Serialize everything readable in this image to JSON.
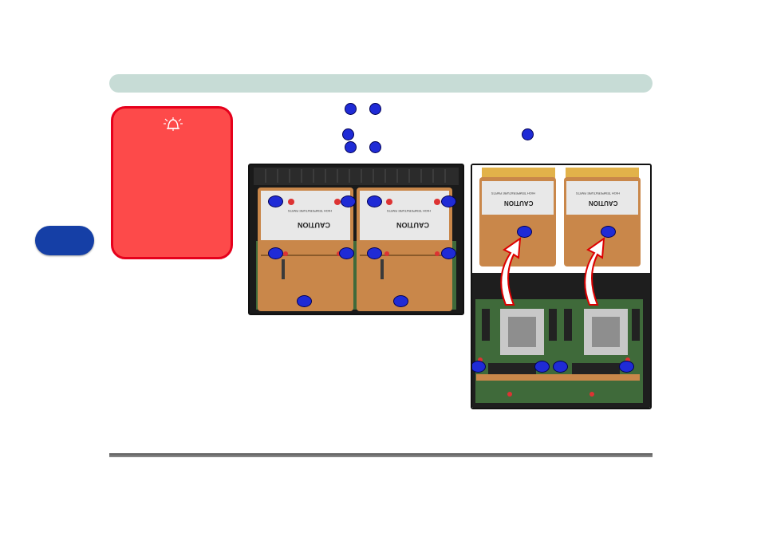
{
  "photo1": {
    "caution_label": "CAUTION",
    "hot_label": "HIGH TEMPERATURE PARTS"
  },
  "photo2": {
    "caution_label": "CAUTION",
    "hot_label": "HIGH TEMPERATURE PARTS"
  },
  "colors": {
    "header_bar": "#c7dcd6",
    "side_tab": "#153fa6",
    "warning_fill": "#fd4a4a",
    "warning_border": "#e6001c",
    "marker": "#1f2bd6",
    "copper": "#c9874a"
  },
  "icons": {
    "warning": "alarm-bell-icon",
    "arrow": "curved-up-arrow-icon"
  }
}
